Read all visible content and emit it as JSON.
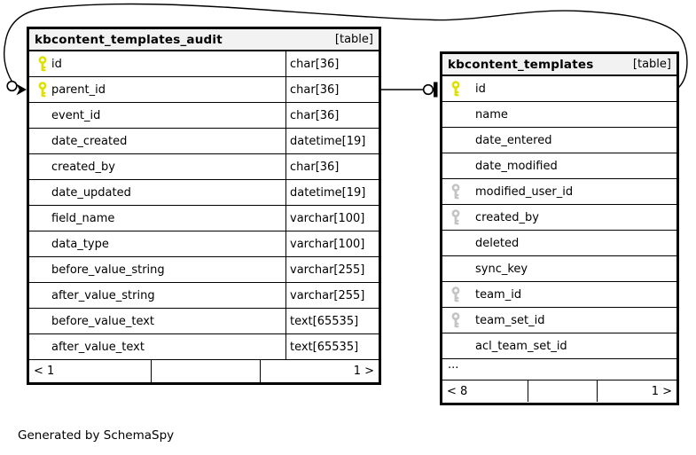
{
  "caption": "Generated by SchemaSpy",
  "colors": {
    "primary_key": "#e0e000",
    "index_key": "#c4c4c4",
    "header_bg": "#f2f2f2",
    "border": "#000000"
  },
  "tables": [
    {
      "name": "kbcontent_templates_audit",
      "badge": "[table]",
      "columns": [
        {
          "name": "id",
          "type": "char[36]",
          "key": "primary"
        },
        {
          "name": "parent_id",
          "type": "char[36]",
          "key": "primary"
        },
        {
          "name": "event_id",
          "type": "char[36]",
          "key": null
        },
        {
          "name": "date_created",
          "type": "datetime[19]",
          "key": null
        },
        {
          "name": "created_by",
          "type": "char[36]",
          "key": null
        },
        {
          "name": "date_updated",
          "type": "datetime[19]",
          "key": null
        },
        {
          "name": "field_name",
          "type": "varchar[100]",
          "key": null
        },
        {
          "name": "data_type",
          "type": "varchar[100]",
          "key": null
        },
        {
          "name": "before_value_string",
          "type": "varchar[255]",
          "key": null
        },
        {
          "name": "after_value_string",
          "type": "varchar[255]",
          "key": null
        },
        {
          "name": "before_value_text",
          "type": "text[65535]",
          "key": null
        },
        {
          "name": "after_value_text",
          "type": "text[65535]",
          "key": null
        }
      ],
      "footer": {
        "left": "< 1",
        "middle": "",
        "right": "1 >"
      }
    },
    {
      "name": "kbcontent_templates",
      "badge": "[table]",
      "columns": [
        {
          "name": "id",
          "key": "primary"
        },
        {
          "name": "name",
          "key": null
        },
        {
          "name": "date_entered",
          "key": null
        },
        {
          "name": "date_modified",
          "key": null
        },
        {
          "name": "modified_user_id",
          "key": "index"
        },
        {
          "name": "created_by",
          "key": "index"
        },
        {
          "name": "deleted",
          "key": null
        },
        {
          "name": "sync_key",
          "key": null
        },
        {
          "name": "team_id",
          "key": "index"
        },
        {
          "name": "team_set_id",
          "key": "index"
        },
        {
          "name": "acl_team_set_id",
          "key": null
        }
      ],
      "ellipsis": "...",
      "footer": {
        "left": "< 8",
        "middle": "",
        "right": "1 >"
      }
    }
  ],
  "relationships": [
    {
      "from": "kbcontent_templates_audit.parent_id",
      "to": "kbcontent_templates.id",
      "route": "straight"
    },
    {
      "from": "kbcontent_templates_audit.parent_id",
      "to": "kbcontent_templates.id",
      "route": "curved-over-top"
    }
  ]
}
